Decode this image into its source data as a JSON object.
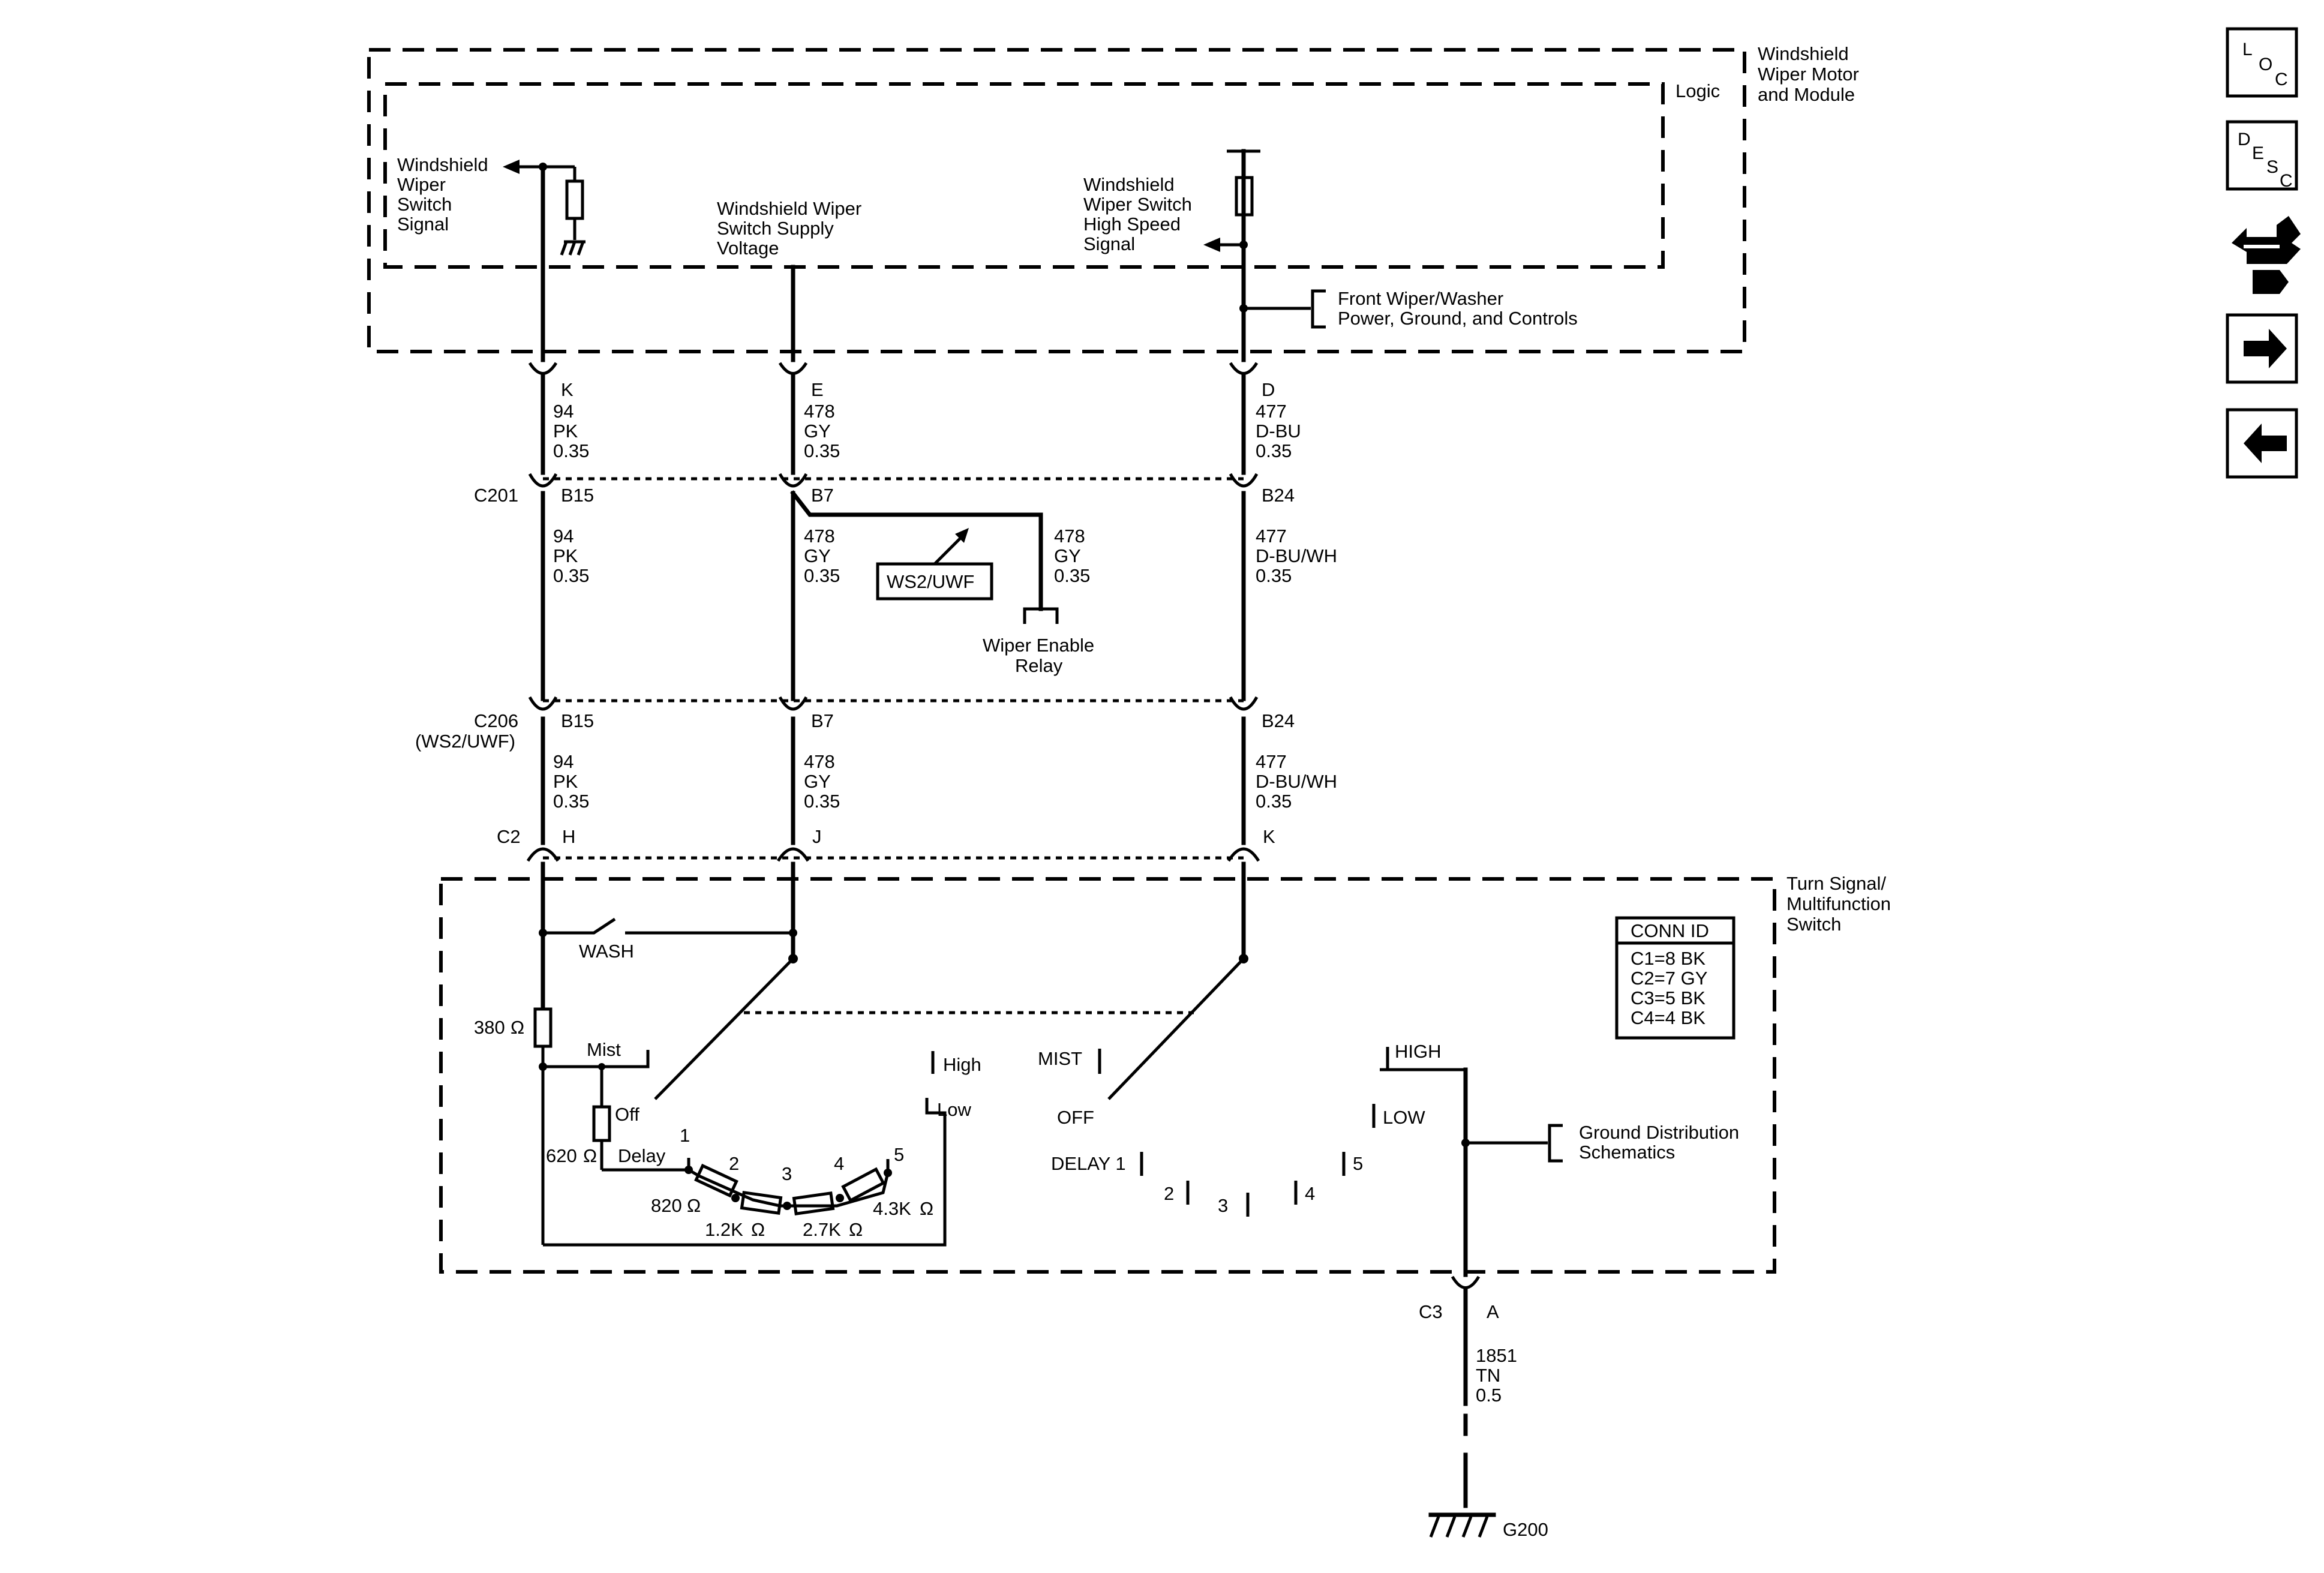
{
  "modules": {
    "wiper_module": {
      "name_line1": "Windshield",
      "name_line2": "Wiper Motor",
      "name_line3": "and Module",
      "logic": "Logic"
    },
    "turn_signal_switch": {
      "name_line1": "Turn Signal/",
      "name_line2": "Multifunction",
      "name_line3": "Switch"
    }
  },
  "signals": {
    "switch_signal": [
      "Windshield",
      "Wiper",
      "Switch",
      "Signal"
    ],
    "supply_voltage": [
      "Windshield Wiper",
      "Switch Supply",
      "Voltage"
    ],
    "high_speed": [
      "Windshield",
      "Wiper Switch",
      "High Speed",
      "Signal"
    ],
    "front_wiper_ref": [
      "Front Wiper/Washer",
      "Power, Ground, and Controls"
    ]
  },
  "pins_module": {
    "k": "K",
    "e": "E",
    "d": "D"
  },
  "wires": {
    "w94": {
      "circuit": "94",
      "color": "PK",
      "gauge": "0.35"
    },
    "w478": {
      "circuit": "478",
      "color": "GY",
      "gauge": "0.35"
    },
    "w477_top": {
      "circuit": "477",
      "color": "D-BU",
      "gauge": "0.35"
    },
    "w477": {
      "circuit": "477",
      "color": "D-BU/WH",
      "gauge": "0.35"
    },
    "w1851": {
      "circuit": "1851",
      "color": "TN",
      "gauge": "0.5"
    }
  },
  "connectors": {
    "c201": {
      "name": "C201",
      "pin_a": "B15",
      "pin_b": "B7",
      "pin_c": "B24"
    },
    "c206": {
      "name": "C206",
      "note": "(WS2/UWF)",
      "pin_a": "B15",
      "pin_b": "B7",
      "pin_c": "B24"
    },
    "c2": {
      "name": "C2",
      "pin_a": "H",
      "pin_b": "J",
      "pin_c": "K"
    },
    "c3": {
      "name": "C3",
      "pin": "A"
    }
  },
  "option_label": "WS2/UWF",
  "relay": {
    "line1": "Wiper Enable",
    "line2": "Relay"
  },
  "switch_labels": {
    "wash": "WASH",
    "mist": "Mist",
    "off": "Off",
    "delay": "Delay",
    "high": "High",
    "low": "Low",
    "mist_b": "MIST",
    "off_b": "OFF",
    "delay_b": "DELAY 1",
    "high_b": "HIGH",
    "low_b": "LOW",
    "pos1": "1",
    "pos2": "2",
    "pos3": "3",
    "pos4": "4",
    "pos5": "5"
  },
  "resistors": {
    "r380": "380",
    "r620": "620",
    "r820": "820",
    "r1k2": "1.2K",
    "r2k7": "2.7K",
    "r4k3": "4.3K"
  },
  "ohm_symbol": "Ω",
  "conn_id": {
    "title": "CONN ID",
    "rows": [
      "C1=8 BK",
      "C2=7 GY",
      "C3=5 BK",
      "C4=4 BK"
    ]
  },
  "ground_ref": [
    "Ground Distribution",
    "Schematics"
  ],
  "ground": "G200",
  "nav": {
    "loc": [
      "L",
      "O",
      "C"
    ],
    "desc": [
      "D",
      "E",
      "S",
      "C"
    ],
    "icons": [
      "connector-end-view-icon",
      "next-page-arrow-icon",
      "previous-page-arrow-icon"
    ]
  }
}
